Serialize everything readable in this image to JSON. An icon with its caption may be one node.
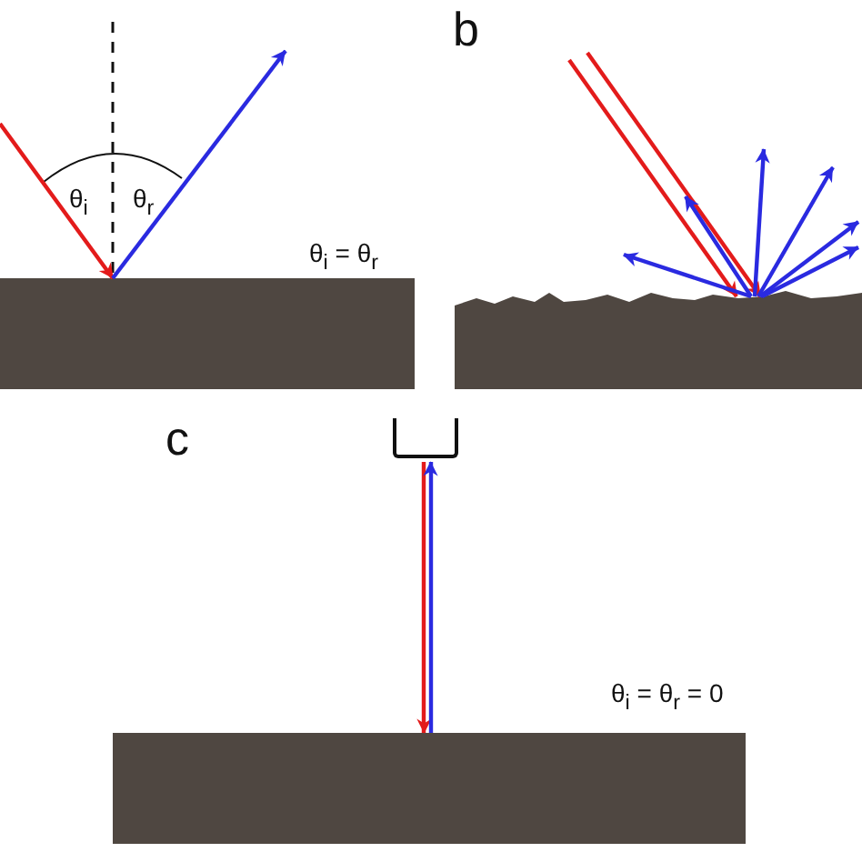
{
  "diagram": {
    "nodes": [
      {
        "text": [],
        "shape": "bar"
      },
      {
        "text": [],
        "shape": "bar"
      },
      {
        "text": [],
        "shape": "box"
      },
      {
        "text": [],
        "shape": "bar"
      }
    ],
    "edges": [
      {
        "from": null,
        "to": 0,
        "arrow": "to",
        "color": "#e31b1b"
      },
      {
        "from": 0,
        "to": null,
        "arrow": "to"
      },
      {
        "from": null,
        "to": 1,
        "arrow": "to",
        "color": "#e31b1b"
      },
      {
        "from": null,
        "to": 1,
        "arrow": "to",
        "color": "#e31b1b"
      },
      {
        "from": 1,
        "to": null,
        "arrow": "to"
      },
      {
        "from": 1,
        "to": null,
        "arrow": "to"
      },
      {
        "from": 1,
        "to": null,
        "arrow": "to"
      },
      {
        "from": 1,
        "to": null,
        "arrow": "to"
      },
      {
        "from": 1,
        "to": null,
        "arrow": "to"
      },
      {
        "from": 1,
        "to": null,
        "arrow": "to"
      },
      {
        "from": 2,
        "to": 3,
        "arrow": "to",
        "color": "#e31b1b"
      },
      {
        "from": 3,
        "to": 2,
        "arrow": "to"
      }
    ],
    "labels": [
      "θ$_{i}$",
      "θ$_{r}$",
      "θ$_{i}$ = θ$_{r}$",
      "b",
      "c",
      "θ$_{i}$ = θ$_{r}$ = 0"
    ]
  }
}
